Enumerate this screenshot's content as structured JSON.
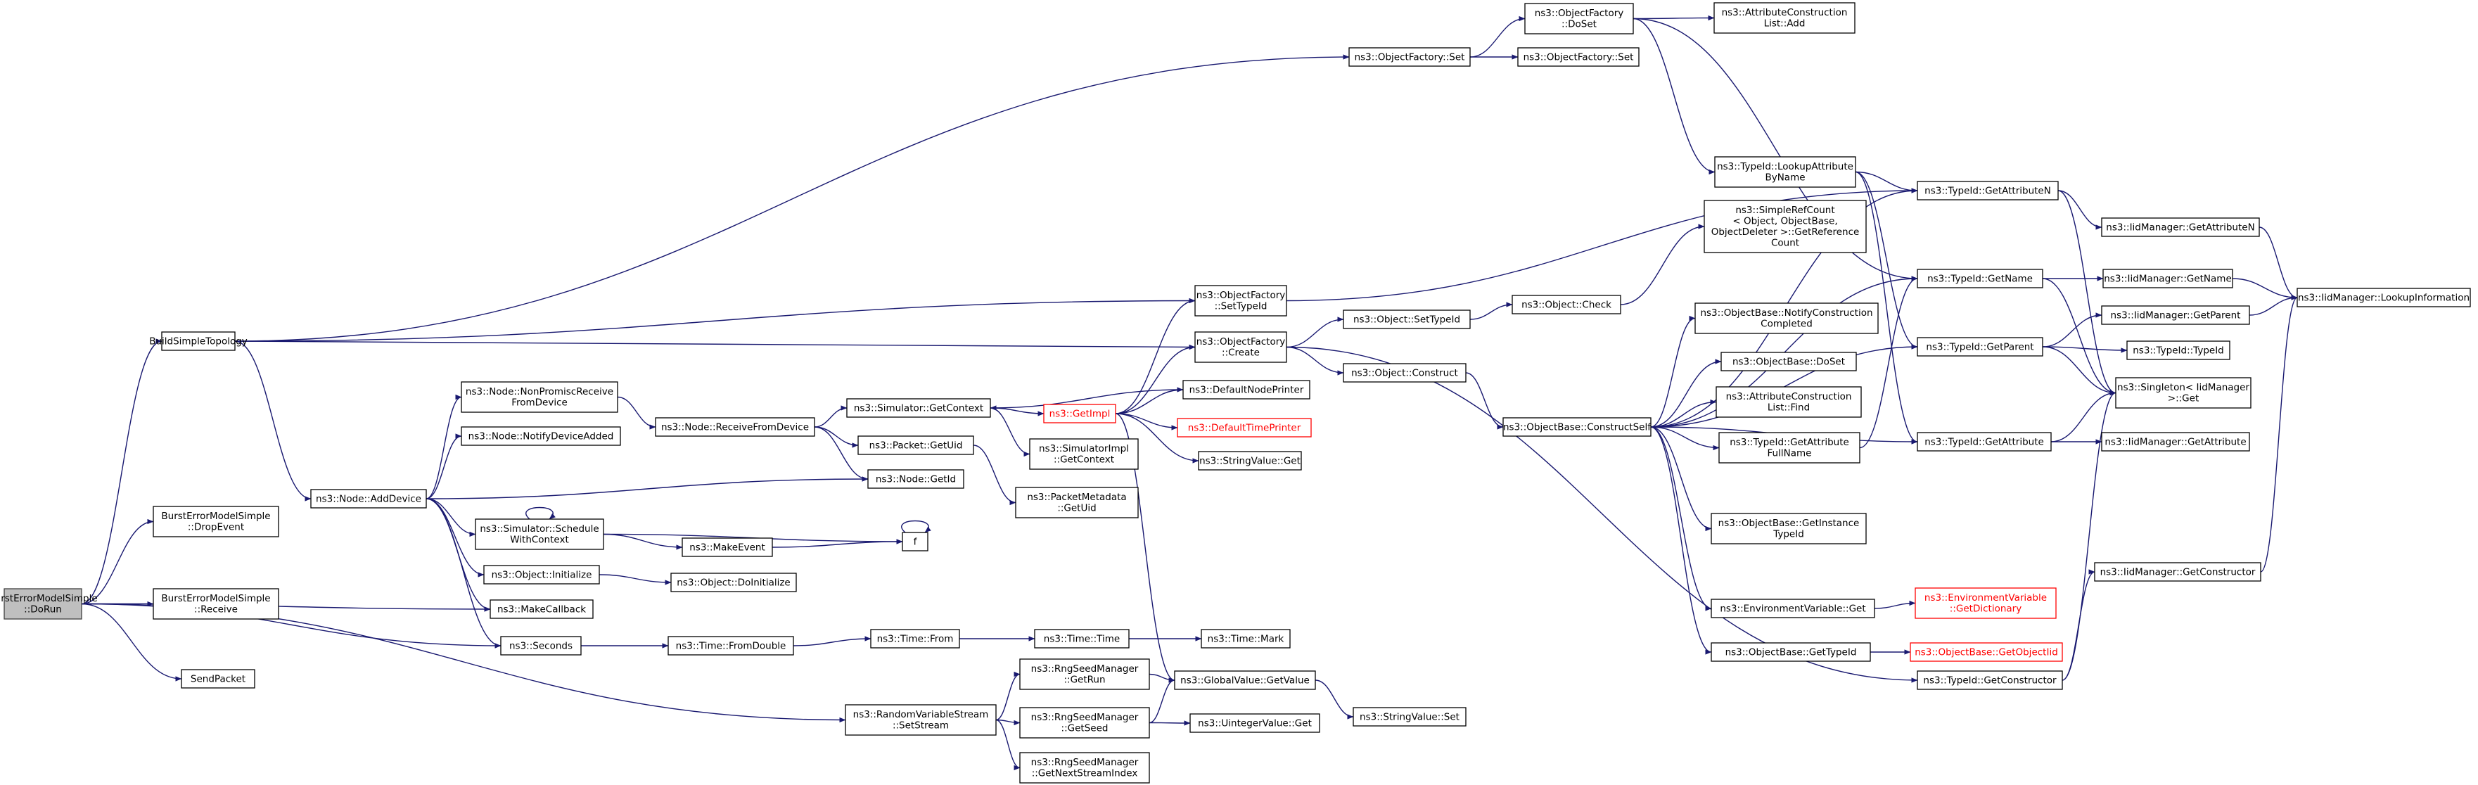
{
  "graph": {
    "root": "n0",
    "colors": {
      "edge": "#191970",
      "node_border": "#000000",
      "node_fill": "#ffffff",
      "root_fill": "#bfbfbf",
      "missing_border": "#ff0000"
    },
    "nodes": [
      {
        "id": "n0",
        "lines": [
          "BurstErrorModelSimple",
          "::DoRun"
        ],
        "style": "root"
      },
      {
        "id": "n1",
        "lines": [
          "BuildSimpleTopology"
        ]
      },
      {
        "id": "n2",
        "lines": [
          "BurstErrorModelSimple",
          "::DropEvent"
        ]
      },
      {
        "id": "n3",
        "lines": [
          "BurstErrorModelSimple",
          "::Receive"
        ]
      },
      {
        "id": "n4",
        "lines": [
          "SendPacket"
        ]
      },
      {
        "id": "n5",
        "lines": [
          "ns3::MakeCallback"
        ]
      },
      {
        "id": "n6",
        "lines": [
          "ns3::Seconds"
        ]
      },
      {
        "id": "n7",
        "lines": [
          "ns3::RandomVariableStream",
          "::SetStream"
        ]
      },
      {
        "id": "n8",
        "lines": [
          "ns3::ObjectFactory::Set"
        ]
      },
      {
        "id": "n9",
        "lines": [
          "ns3::ObjectFactory",
          "::SetTypeId"
        ]
      },
      {
        "id": "n10",
        "lines": [
          "ns3::ObjectFactory",
          "::Create"
        ]
      },
      {
        "id": "n11",
        "lines": [
          "ns3::Node::AddDevice"
        ]
      },
      {
        "id": "n12",
        "lines": [
          "ns3::ObjectFactory",
          "::DoSet"
        ]
      },
      {
        "id": "n13",
        "lines": [
          "ns3::ObjectFactory::Set"
        ]
      },
      {
        "id": "n14",
        "lines": [
          "ns3::AttributeConstruction",
          "List::Add"
        ]
      },
      {
        "id": "n15",
        "lines": [
          "ns3::TypeId::LookupAttribute",
          "ByName"
        ]
      },
      {
        "id": "n16",
        "lines": [
          "ns3::TypeId::GetAttributeN"
        ]
      },
      {
        "id": "n17",
        "lines": [
          "ns3::TypeId::GetName"
        ]
      },
      {
        "id": "n18",
        "lines": [
          "ns3::IidManager::GetAttributeN"
        ]
      },
      {
        "id": "n19",
        "lines": [
          "ns3::IidManager::LookupInformation"
        ]
      },
      {
        "id": "n20",
        "lines": [
          "ns3::IidManager::GetName"
        ]
      },
      {
        "id": "n21",
        "lines": [
          "ns3::IidManager::GetParent"
        ]
      },
      {
        "id": "n22",
        "lines": [
          "ns3::TypeId::GetParent"
        ]
      },
      {
        "id": "n23",
        "lines": [
          "ns3::TypeId::TypeId"
        ]
      },
      {
        "id": "n24",
        "lines": [
          "ns3::Singleton< IidManager",
          ">::Get"
        ]
      },
      {
        "id": "n25",
        "lines": [
          "ns3::TypeId::GetAttribute"
        ]
      },
      {
        "id": "n26",
        "lines": [
          "ns3::IidManager::GetAttribute"
        ]
      },
      {
        "id": "n27",
        "lines": [
          "ns3::IidManager::GetConstructor"
        ]
      },
      {
        "id": "n28",
        "lines": [
          "ns3::TypeId::GetConstructor"
        ]
      },
      {
        "id": "n29",
        "lines": [
          "ns3::Object::SetTypeId"
        ]
      },
      {
        "id": "n30",
        "lines": [
          "ns3::Object::Check"
        ]
      },
      {
        "id": "n31",
        "lines": [
          "ns3::SimpleRefCount",
          "< Object, ObjectBase,",
          "ObjectDeleter >::GetReference",
          "Count"
        ]
      },
      {
        "id": "n32",
        "lines": [
          "ns3::Object::Construct"
        ]
      },
      {
        "id": "n33",
        "lines": [
          "ns3::ObjectBase::ConstructSelf"
        ]
      },
      {
        "id": "n34",
        "lines": [
          "ns3::ObjectBase::NotifyConstruction",
          "Completed"
        ]
      },
      {
        "id": "n35",
        "lines": [
          "ns3::ObjectBase::DoSet"
        ]
      },
      {
        "id": "n36",
        "lines": [
          "ns3::AttributeConstruction",
          "List::Find"
        ]
      },
      {
        "id": "n37",
        "lines": [
          "ns3::TypeId::GetAttribute",
          "FullName"
        ]
      },
      {
        "id": "n38",
        "lines": [
          "ns3::ObjectBase::GetInstance",
          "TypeId"
        ]
      },
      {
        "id": "n39",
        "lines": [
          "ns3::EnvironmentVariable::Get"
        ]
      },
      {
        "id": "n40",
        "lines": [
          "ns3::EnvironmentVariable",
          "::GetDictionary"
        ],
        "style": "red"
      },
      {
        "id": "n41",
        "lines": [
          "ns3::ObjectBase::GetTypeId"
        ]
      },
      {
        "id": "n42",
        "lines": [
          "ns3::ObjectBase::GetObjectIid"
        ],
        "style": "red"
      },
      {
        "id": "n43",
        "lines": [
          "ns3::Node::NonPromiscReceive",
          "FromDevice"
        ]
      },
      {
        "id": "n44",
        "lines": [
          "ns3::Node::NotifyDeviceAdded"
        ]
      },
      {
        "id": "n45",
        "lines": [
          "ns3::Node::ReceiveFromDevice"
        ]
      },
      {
        "id": "n46",
        "lines": [
          "ns3::Simulator::GetContext"
        ]
      },
      {
        "id": "n47",
        "lines": [
          "ns3::Packet::GetUid"
        ]
      },
      {
        "id": "n48",
        "lines": [
          "ns3::Node::GetId"
        ]
      },
      {
        "id": "n49",
        "lines": [
          "ns3::GetImpl"
        ],
        "style": "red"
      },
      {
        "id": "n50",
        "lines": [
          "ns3::SimulatorImpl",
          "::GetContext"
        ]
      },
      {
        "id": "n51",
        "lines": [
          "ns3::PacketMetadata",
          "::GetUid"
        ]
      },
      {
        "id": "n52",
        "lines": [
          "ns3::DefaultNodePrinter"
        ]
      },
      {
        "id": "n53",
        "lines": [
          "ns3::DefaultTimePrinter"
        ],
        "style": "red"
      },
      {
        "id": "n54",
        "lines": [
          "ns3::StringValue::Get"
        ]
      },
      {
        "id": "n55",
        "lines": [
          "ns3::GlobalValue::GetValue"
        ]
      },
      {
        "id": "n56",
        "lines": [
          "ns3::Simulator::Schedule",
          "WithContext"
        ]
      },
      {
        "id": "n57",
        "lines": [
          "f"
        ]
      },
      {
        "id": "n58",
        "lines": [
          "ns3::MakeEvent"
        ]
      },
      {
        "id": "n59",
        "lines": [
          "ns3::Object::Initialize"
        ]
      },
      {
        "id": "n60",
        "lines": [
          "ns3::Object::DoInitialize"
        ]
      },
      {
        "id": "n61",
        "lines": [
          "ns3::Time::FromDouble"
        ]
      },
      {
        "id": "n62",
        "lines": [
          "ns3::Time::From"
        ]
      },
      {
        "id": "n63",
        "lines": [
          "ns3::Time::Time"
        ]
      },
      {
        "id": "n64",
        "lines": [
          "ns3::Time::Mark"
        ]
      },
      {
        "id": "n65",
        "lines": [
          "ns3::RngSeedManager",
          "::GetRun"
        ]
      },
      {
        "id": "n66",
        "lines": [
          "ns3::RngSeedManager",
          "::GetSeed"
        ]
      },
      {
        "id": "n67",
        "lines": [
          "ns3::RngSeedManager",
          "::GetNextStreamIndex"
        ]
      },
      {
        "id": "n68",
        "lines": [
          "ns3::UintegerValue::Get"
        ]
      },
      {
        "id": "n69",
        "lines": [
          "ns3::StringValue::Set"
        ]
      }
    ],
    "edges": [
      [
        "n0",
        "n1"
      ],
      [
        "n0",
        "n2"
      ],
      [
        "n0",
        "n3"
      ],
      [
        "n0",
        "n4"
      ],
      [
        "n0",
        "n5"
      ],
      [
        "n0",
        "n6"
      ],
      [
        "n0",
        "n7"
      ],
      [
        "n1",
        "n8"
      ],
      [
        "n1",
        "n9"
      ],
      [
        "n1",
        "n10"
      ],
      [
        "n1",
        "n11"
      ],
      [
        "n8",
        "n12"
      ],
      [
        "n8",
        "n13"
      ],
      [
        "n12",
        "n14"
      ],
      [
        "n12",
        "n15"
      ],
      [
        "n12",
        "n17"
      ],
      [
        "n15",
        "n16"
      ],
      [
        "n15",
        "n22"
      ],
      [
        "n15",
        "n25"
      ],
      [
        "n16",
        "n18"
      ],
      [
        "n16",
        "n24"
      ],
      [
        "n18",
        "n19"
      ],
      [
        "n17",
        "n20"
      ],
      [
        "n17",
        "n24"
      ],
      [
        "n20",
        "n19"
      ],
      [
        "n22",
        "n21"
      ],
      [
        "n22",
        "n23"
      ],
      [
        "n22",
        "n24"
      ],
      [
        "n21",
        "n19"
      ],
      [
        "n25",
        "n26"
      ],
      [
        "n25",
        "n24"
      ],
      [
        "n28",
        "n27"
      ],
      [
        "n28",
        "n24"
      ],
      [
        "n27",
        "n19"
      ],
      [
        "n9",
        "n16"
      ],
      [
        "n10",
        "n29"
      ],
      [
        "n10",
        "n32"
      ],
      [
        "n10",
        "n28"
      ],
      [
        "n29",
        "n30"
      ],
      [
        "n30",
        "n31"
      ],
      [
        "n32",
        "n33"
      ],
      [
        "n33",
        "n34"
      ],
      [
        "n33",
        "n35"
      ],
      [
        "n33",
        "n36"
      ],
      [
        "n33",
        "n37"
      ],
      [
        "n33",
        "n38"
      ],
      [
        "n33",
        "n39"
      ],
      [
        "n33",
        "n41"
      ],
      [
        "n33",
        "n17"
      ],
      [
        "n33",
        "n22"
      ],
      [
        "n33",
        "n25"
      ],
      [
        "n33",
        "n16"
      ],
      [
        "n37",
        "n17"
      ],
      [
        "n39",
        "n40"
      ],
      [
        "n41",
        "n42"
      ],
      [
        "n11",
        "n43"
      ],
      [
        "n11",
        "n44"
      ],
      [
        "n11",
        "n48"
      ],
      [
        "n11",
        "n56"
      ],
      [
        "n11",
        "n59"
      ],
      [
        "n11",
        "n5"
      ],
      [
        "n11",
        "n6"
      ],
      [
        "n43",
        "n45"
      ],
      [
        "n45",
        "n46"
      ],
      [
        "n45",
        "n47"
      ],
      [
        "n45",
        "n48"
      ],
      [
        "n46",
        "n49"
      ],
      [
        "n46",
        "n50"
      ],
      [
        "n47",
        "n51"
      ],
      [
        "n49",
        "n9"
      ],
      [
        "n49",
        "n10"
      ],
      [
        "n49",
        "n52"
      ],
      [
        "n49",
        "n53"
      ],
      [
        "n49",
        "n54"
      ],
      [
        "n49",
        "n55"
      ],
      [
        "n52",
        "n46"
      ],
      [
        "n56",
        "n56"
      ],
      [
        "n56",
        "n57"
      ],
      [
        "n56",
        "n58"
      ],
      [
        "n58",
        "n57"
      ],
      [
        "n57",
        "n57"
      ],
      [
        "n59",
        "n60"
      ],
      [
        "n6",
        "n61"
      ],
      [
        "n61",
        "n62"
      ],
      [
        "n62",
        "n63"
      ],
      [
        "n63",
        "n64"
      ],
      [
        "n7",
        "n65"
      ],
      [
        "n7",
        "n66"
      ],
      [
        "n7",
        "n67"
      ],
      [
        "n65",
        "n55"
      ],
      [
        "n66",
        "n55"
      ],
      [
        "n66",
        "n68"
      ],
      [
        "n55",
        "n69"
      ]
    ]
  }
}
